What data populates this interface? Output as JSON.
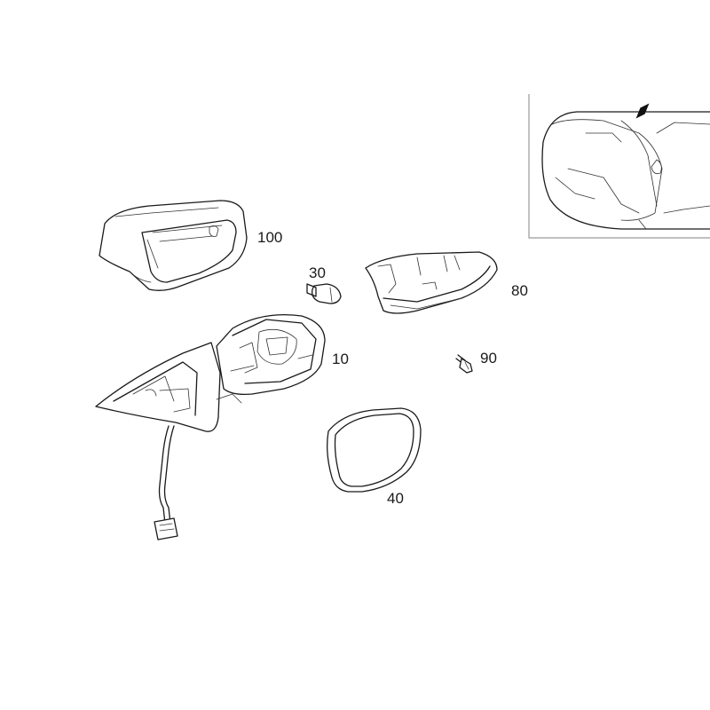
{
  "parts": [
    {
      "id": "housing_cover",
      "label": "100"
    },
    {
      "id": "bulb",
      "label": "30"
    },
    {
      "id": "indicator_lamp",
      "label": "80"
    },
    {
      "id": "mirror_base",
      "label": "10"
    },
    {
      "id": "screw",
      "label": "90"
    },
    {
      "id": "mirror_glass",
      "label": "40"
    }
  ],
  "colors": {
    "line": "#1a1a1a",
    "inset_frame": "#9a9a9a",
    "marker": "#111111"
  }
}
